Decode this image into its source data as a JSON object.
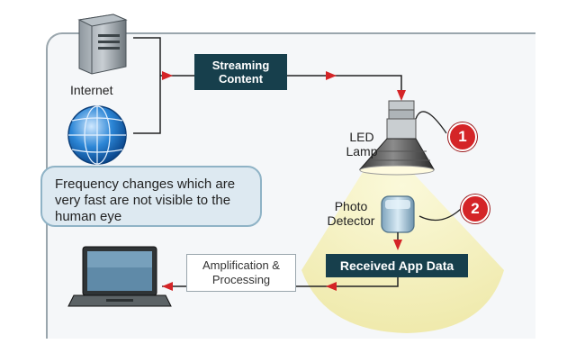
{
  "diagram": {
    "internet_label": "Internet",
    "streaming_label": "Streaming Content",
    "led_label": "LED Lamp",
    "photo_label": "Photo Detector",
    "received_label": "Received App Data",
    "amplification_label": "Amplification & Processing",
    "callout_text": "Frequency changes which are very fast are not visible to the human eye",
    "step1": "1",
    "step2": "2"
  },
  "colors": {
    "dark_box": "#173f4c",
    "arrow_red": "#d42427",
    "light_cone": "#f4f0b6"
  }
}
